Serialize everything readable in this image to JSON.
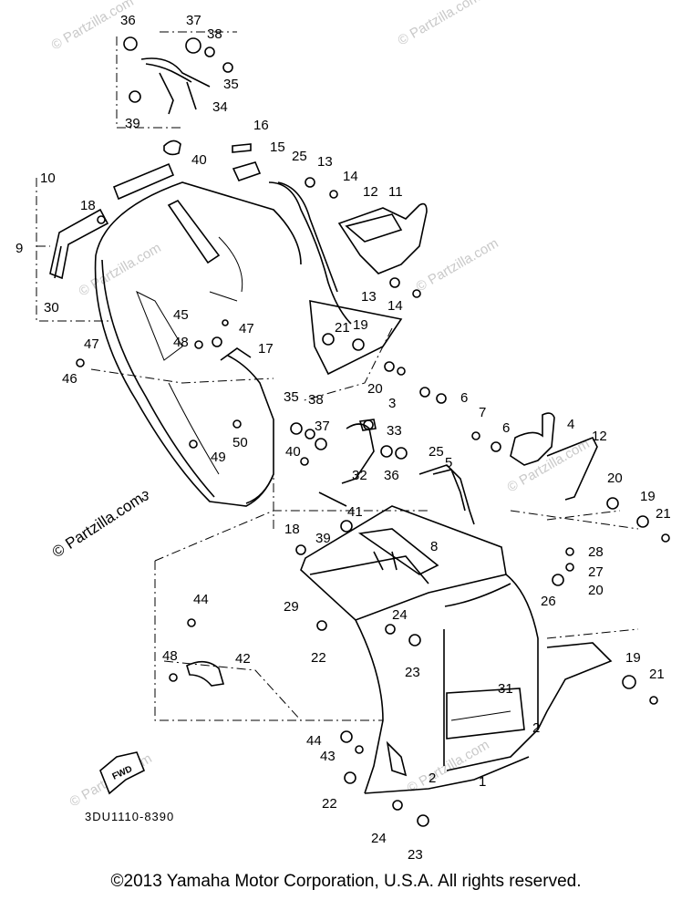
{
  "diagram": {
    "part_labels": [
      "36",
      "37",
      "38",
      "35",
      "34",
      "39",
      "40",
      "16",
      "15",
      "25",
      "13",
      "14",
      "12",
      "11",
      "10",
      "18",
      "9",
      "30",
      "45",
      "47",
      "48",
      "21",
      "19",
      "13",
      "14",
      "46",
      "47",
      "17",
      "35",
      "38",
      "37",
      "20",
      "3",
      "6",
      "7",
      "6",
      "4",
      "12",
      "33",
      "50",
      "49",
      "40",
      "25",
      "5",
      "32",
      "36",
      "20",
      "19",
      "21",
      "3",
      "41",
      "39",
      "18",
      "8",
      "28",
      "27",
      "26",
      "20",
      "29",
      "24",
      "44",
      "22",
      "23",
      "48",
      "42",
      "31",
      "19",
      "21",
      "2",
      "44",
      "43",
      "2",
      "1",
      "22",
      "24",
      "23"
    ],
    "watermark": "© Partzilla.com",
    "drawing_code": "3DU1110-8390",
    "direction_mark": "FWD"
  },
  "footer": {
    "copyright": "©2013 Yamaha Motor Corporation, U.S.A. All rights reserved."
  }
}
